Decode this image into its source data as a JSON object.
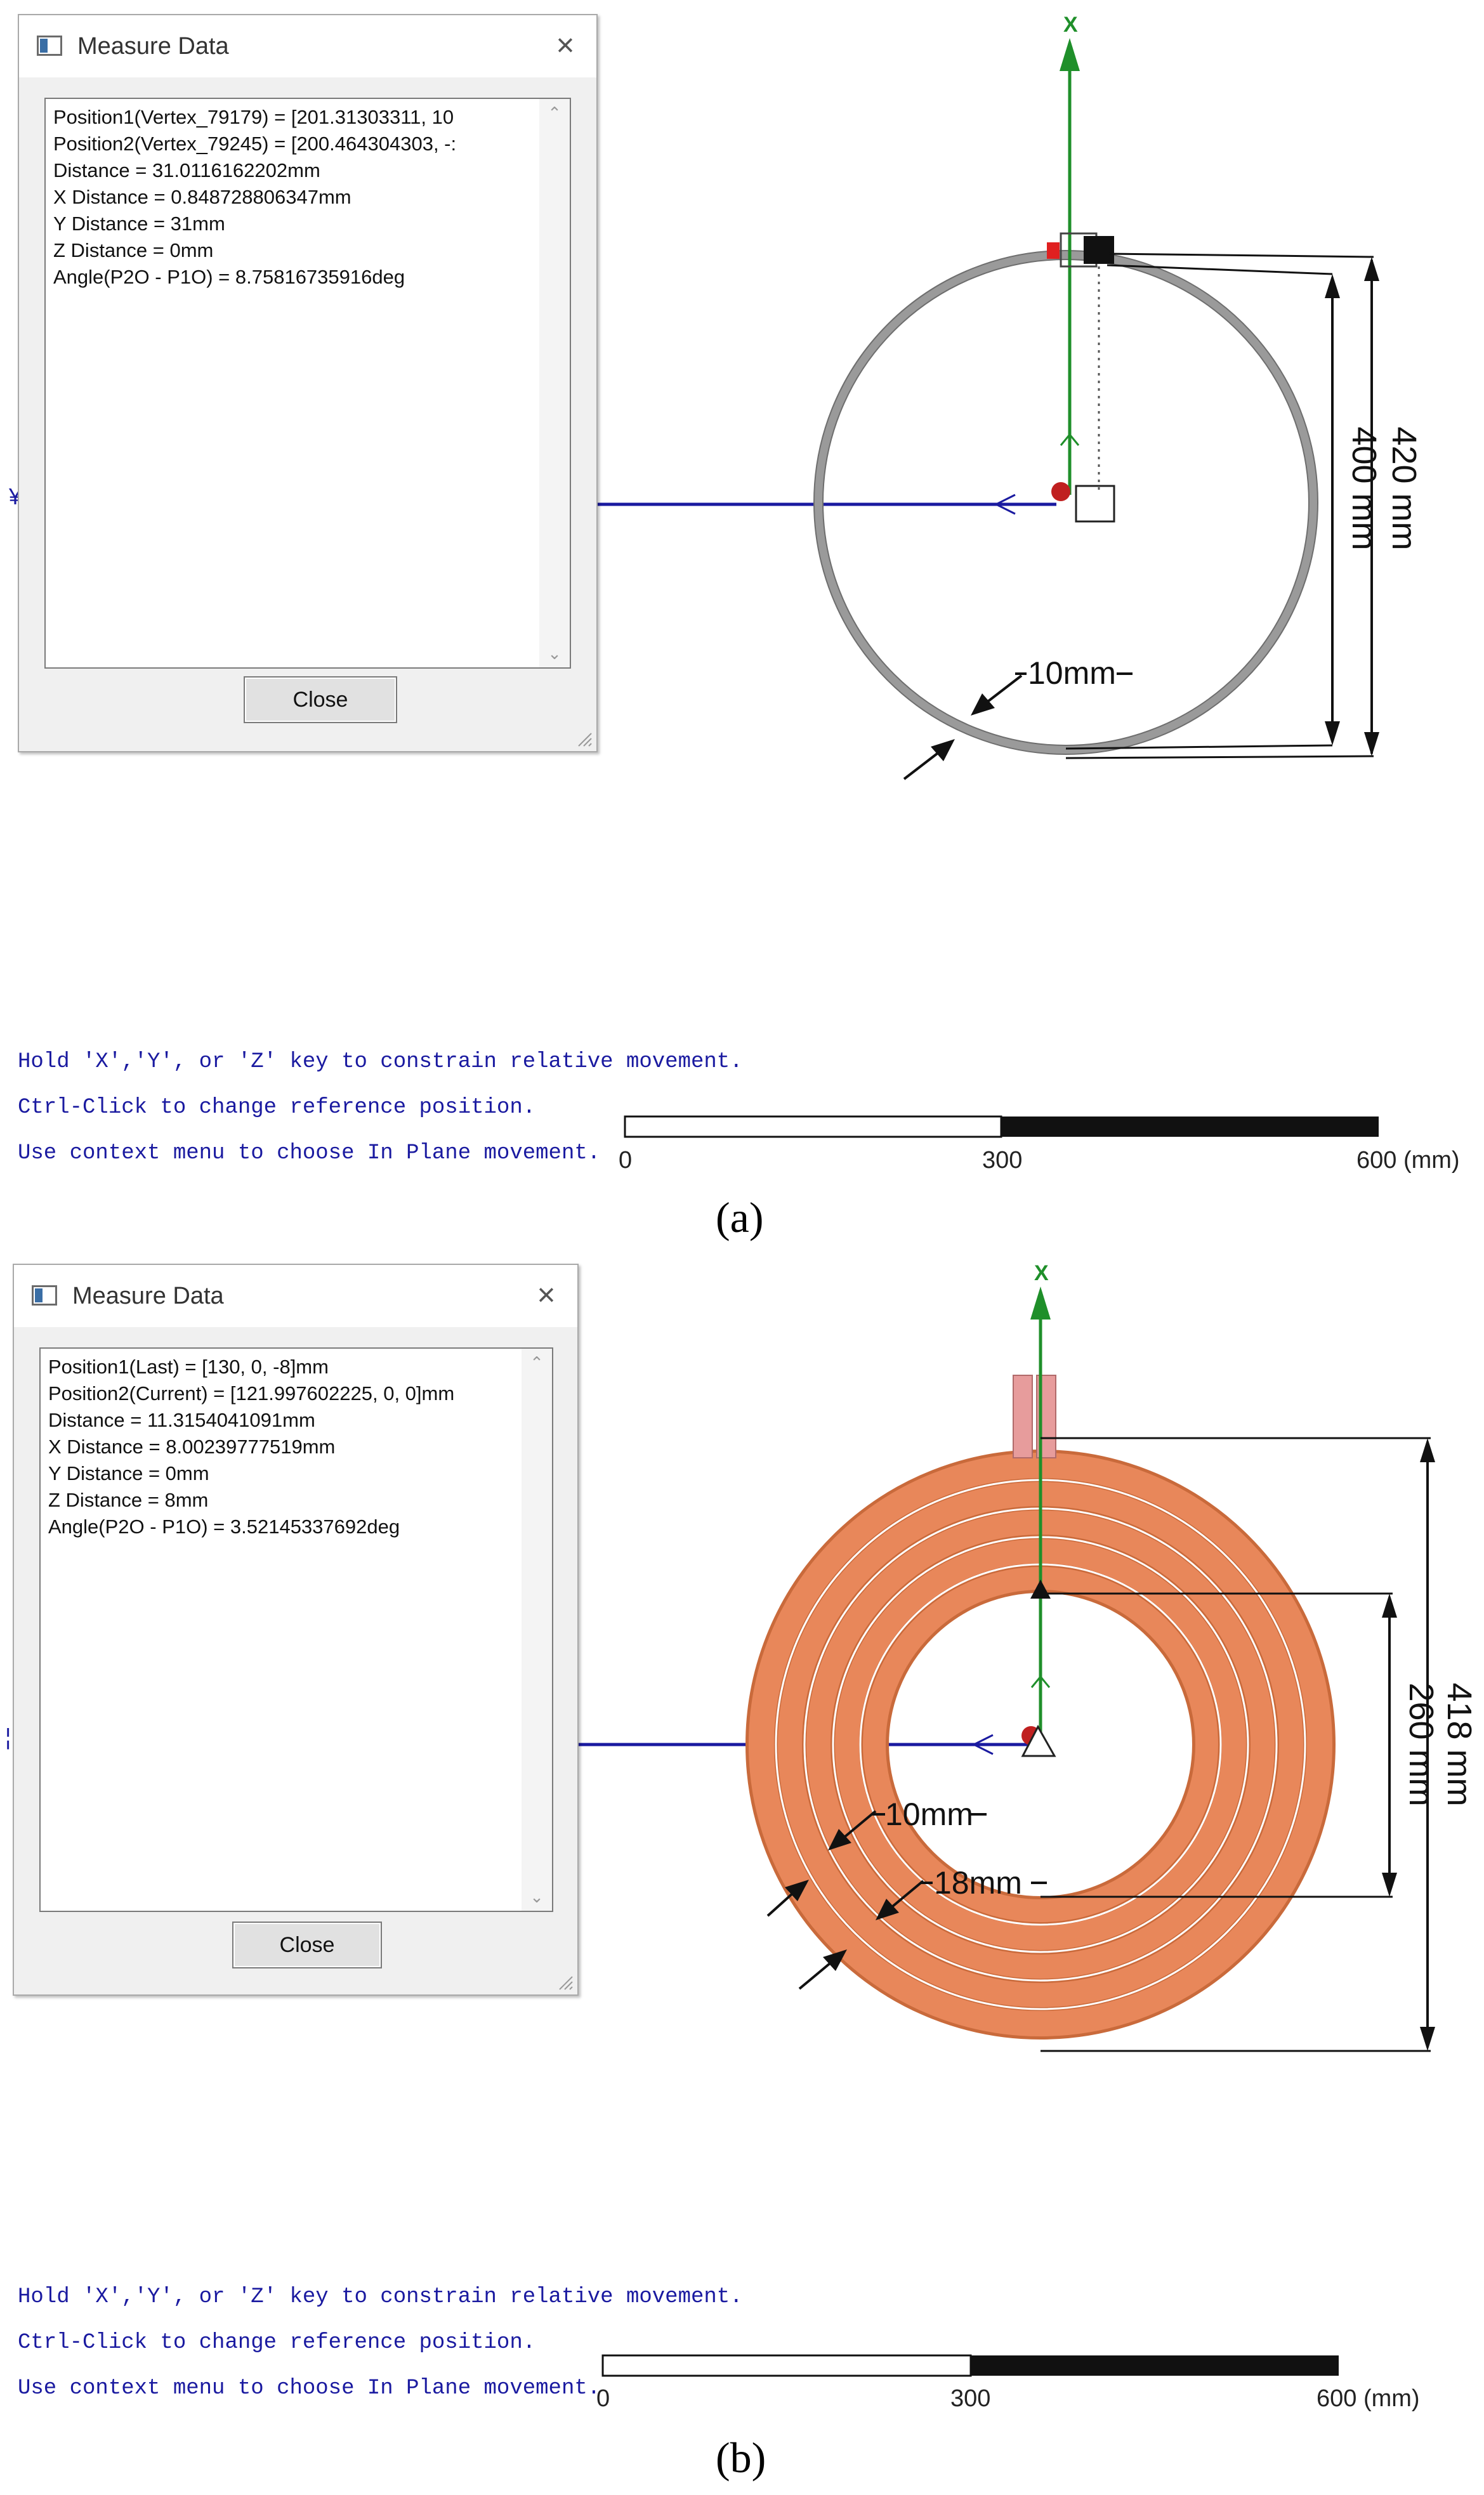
{
  "panel_a": {
    "dialog": {
      "title": "Measure Data",
      "close_icon": "×",
      "lines": [
        "Position1(Vertex_79179) = [201.31303311, 10",
        "Position2(Vertex_79245) = [200.464304303, -:",
        "Distance = 31.0116162202mm",
        "X Distance = 0.848728806347mm",
        "Y Distance = 31mm",
        "Z Distance = 0mm",
        "Angle(P2O - P1O) = 8.75816735916deg"
      ],
      "close_button": "Close"
    },
    "axis_label_x": "X",
    "dimensions": {
      "outer_height": "420 mm",
      "inner_height": "400 mm",
      "width": "10mm"
    },
    "status_lines": [
      "Hold 'X','Y', or 'Z' key to constrain relative movement.",
      "Ctrl-Click to change reference position.",
      "Use context menu to choose In Plane movement."
    ],
    "scale": {
      "start": "0",
      "mid": "300",
      "end": "600 (mm)"
    },
    "caption": "(a)"
  },
  "panel_b": {
    "dialog": {
      "title": "Measure Data",
      "close_icon": "×",
      "lines": [
        "Position1(Last) = [130, 0, -8]mm",
        "Position2(Current) = [121.997602225, 0, 0]mm",
        "Distance = 11.3154041091mm",
        "X Distance = 8.00239777519mm",
        "Y Distance = 0mm",
        "Z Distance = 8mm",
        "Angle(P2O - P1O) = 3.52145337692deg"
      ],
      "close_button": "Close"
    },
    "axis_label_x": "X",
    "dimensions": {
      "outer_height": "418 mm",
      "inner_height": "260 mm",
      "width": "10mm",
      "gap": "18mm"
    },
    "status_lines": [
      "Hold 'X','Y', or 'Z' key to constrain relative movement.",
      "Ctrl-Click to change reference position.",
      "Use context menu to choose In Plane movement."
    ],
    "scale": {
      "start": "0",
      "mid": "300",
      "end": "600 (mm)"
    },
    "caption": "(b)"
  },
  "colors": {
    "ring_gray": "#9a9a9a",
    "coil_orange": "#e3814f",
    "terminal_pink": "#e79c9c",
    "axis_blue": "#1a1aa0",
    "axis_green": "#1f8f2a",
    "status_blue": "#1a1aa0"
  }
}
